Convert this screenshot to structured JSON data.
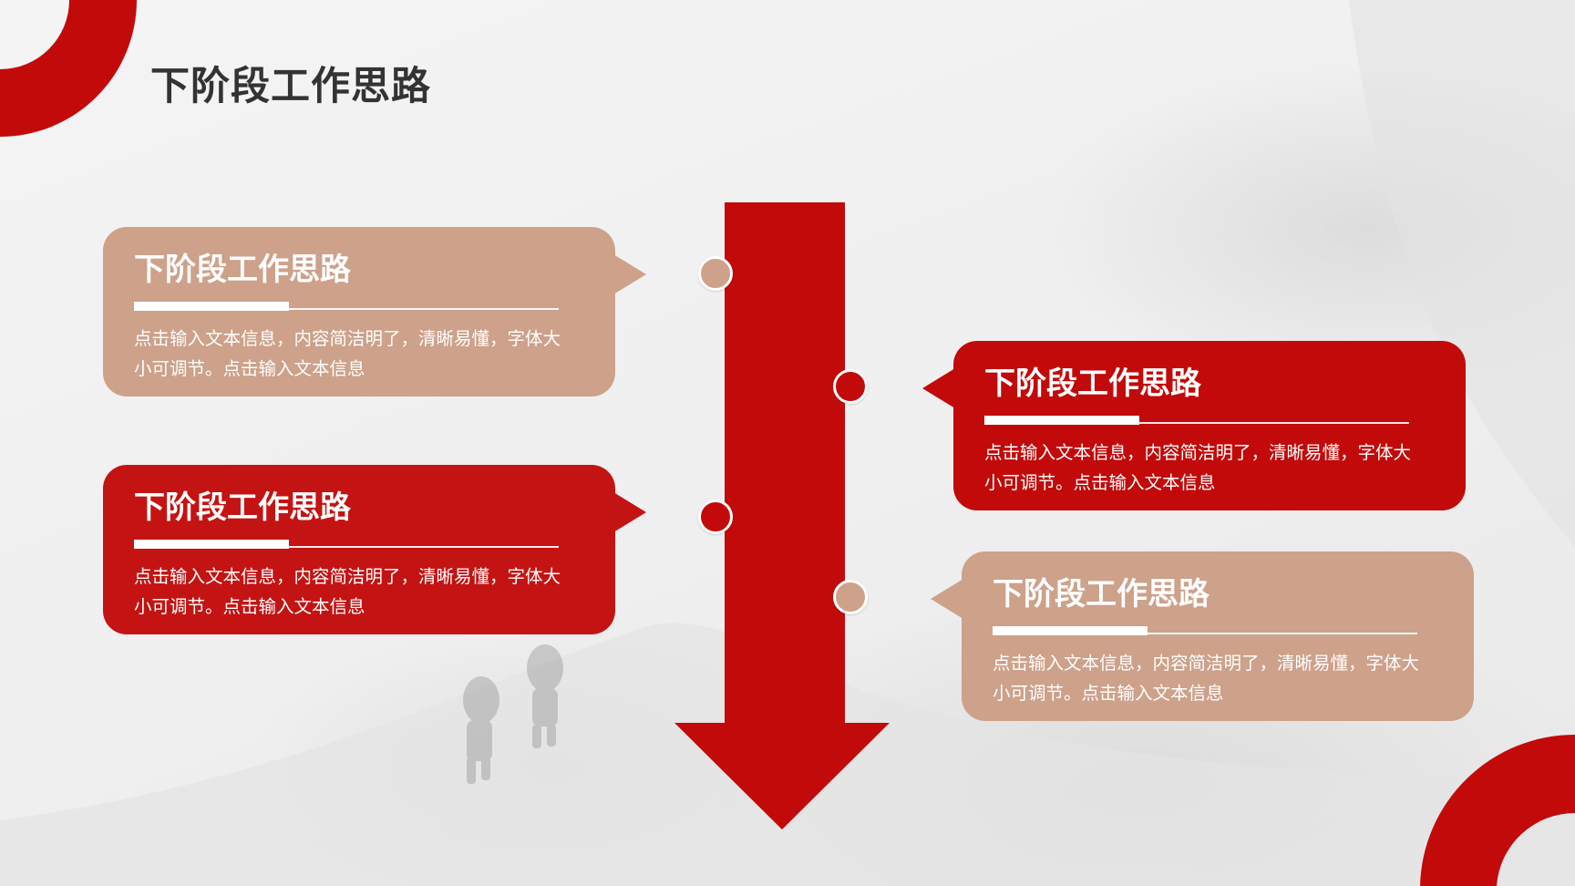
{
  "slide": {
    "title": "下阶段工作思路"
  },
  "colors": {
    "accent_red": "#c20a0a",
    "tan": "#cda18a"
  },
  "cards": [
    {
      "title": "下阶段工作思路",
      "body": "点击输入文本信息，内容简洁明了，清晰易懂，字体大小可调节。点击输入文本信息",
      "color": "tan"
    },
    {
      "title": "下阶段工作思路",
      "body": "点击输入文本信息，内容简洁明了，清晰易懂，字体大小可调节。点击输入文本信息",
      "color": "red"
    },
    {
      "title": "下阶段工作思路",
      "body": "点击输入文本信息，内容简洁明了，清晰易懂，字体大小可调节。点击输入文本信息",
      "color": "red"
    },
    {
      "title": "下阶段工作思路",
      "body": "点击输入文本信息，内容简洁明了，清晰易懂，字体大小可调节。点击输入文本信息",
      "color": "tan"
    }
  ],
  "icons": {
    "timeline_arrow": "down-arrow-icon",
    "corner_top_left": "quarter-ring-decoration",
    "corner_bottom_right": "quarter-ring-decoration"
  }
}
